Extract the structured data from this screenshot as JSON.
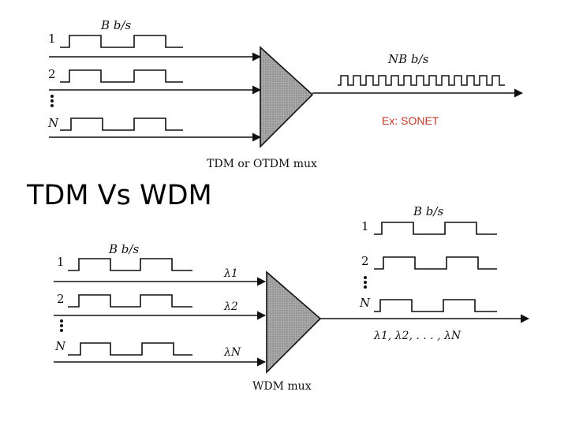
{
  "slide": {
    "title": "TDM Vs WDM",
    "example_note": "Ex: SONET",
    "note_color": "#c0392b"
  },
  "tdm": {
    "input_rate_label": "B b/s",
    "output_rate_label": "NB b/s",
    "caption": "TDM or OTDM mux",
    "channel_labels": [
      "1",
      "2",
      "N"
    ],
    "mux_fill": "#a9a9a9"
  },
  "wdm": {
    "input_rate_label": "B b/s",
    "output_rate_label": "B b/s",
    "caption": "WDM mux",
    "channel_labels": [
      "1",
      "2",
      "N"
    ],
    "output_channel_labels": [
      "1",
      "2",
      "N"
    ],
    "wavelength_labels": [
      "λ1",
      "λ2",
      "λN"
    ],
    "combined_output_label": "λ1, λ2, . . . , λN",
    "mux_fill": "#a9a9a9"
  }
}
